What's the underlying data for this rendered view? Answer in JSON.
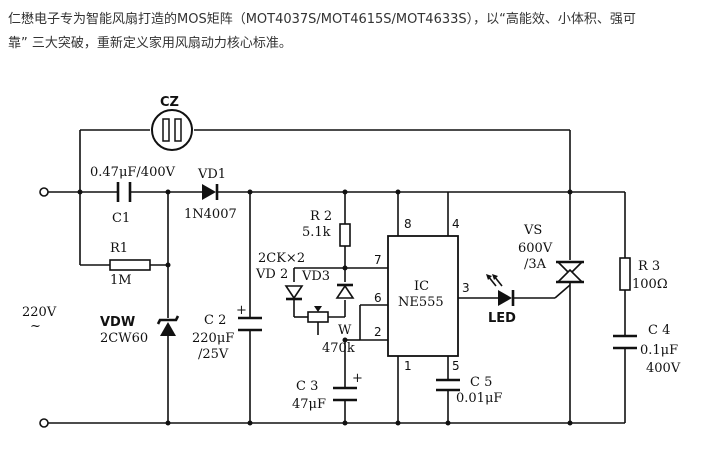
{
  "intro": {
    "line1": "仁懋电子专为智能风扇打造的MOS矩阵（MOT4037S/MOT4615S/MOT4633S），以“高能效、小体积、强可",
    "line2": "靠” 三大突破，重新定义家用风扇动力核心标准。"
  },
  "schematic": {
    "cz": "CZ",
    "c1_value": "0.47μF/400V",
    "c1": "C1",
    "vd1": "VD1",
    "vd1_type": "1N4007",
    "r1": "R1",
    "r1_value": "1M",
    "vac": "220V",
    "vac_symbol": "~",
    "vdw": "VDW",
    "vdw_type": "2CW60",
    "c2": "C 2",
    "c2_plus": "+",
    "c2_value1": "220μF",
    "c2_value2": "/25V",
    "r2": "R 2",
    "r2_value": "5.1k",
    "diodes_type": "2CK×2",
    "vd2": "VD 2",
    "vd3": "VD3",
    "w": "W",
    "w_value": "470k",
    "c3": "C 3",
    "c3_plus": "+",
    "c3_value": "47μF",
    "ic": "IC",
    "ic_type": "NE555",
    "pin8": "8",
    "pin4": "4",
    "pin7": "7",
    "pin6": "6",
    "pin2": "2",
    "pin3": "3",
    "pin1": "1",
    "pin5": "5",
    "c5": "C 5",
    "c5_value": "0.01μF",
    "led": "LED",
    "vs": "VS",
    "vs_value1": "600V",
    "vs_value2": "/3A",
    "r3": "R 3",
    "r3_value": "100Ω",
    "c4": "C 4",
    "c4_value1": "0.1μF",
    "c4_value2": "400V"
  }
}
